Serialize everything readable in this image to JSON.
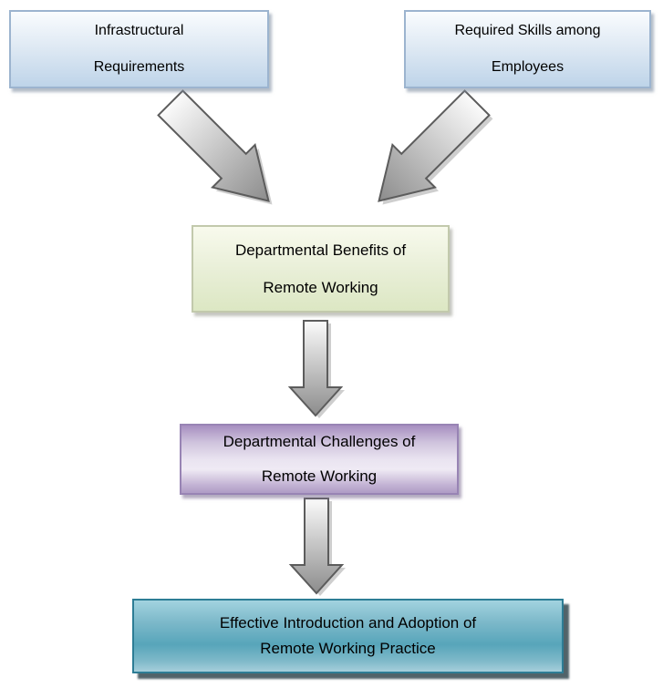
{
  "diagram": {
    "background": "#ffffff",
    "text_color": "#000000",
    "nodes": {
      "infrastructural": {
        "lines": [
          "Infrastructural",
          "Requirements"
        ],
        "border": "#9cb4cf",
        "gradient": [
          "to bottom",
          "#fafcfe",
          "#dde8f3 50%",
          "#bed4e9"
        ]
      },
      "skills": {
        "lines": [
          "Required Skills among",
          "Employees"
        ],
        "border": "#9cb4cf",
        "gradient": [
          "to bottom",
          "#fafcfe",
          "#dde8f3 50%",
          "#bed4e9"
        ]
      },
      "benefits": {
        "lines": [
          "Departmental Benefits of",
          "Remote Working"
        ],
        "border": "#c2c9ac",
        "gradient": [
          "to bottom",
          "#f8faed",
          "#e9efd8 50%",
          "#dce7c3"
        ]
      },
      "challenges": {
        "lines": [
          "Departmental Challenges of",
          "Remote Working"
        ],
        "border": "#9884b4",
        "gradient": [
          "to bottom",
          "#a78fc0",
          "#cfc3dd 25%",
          "#e9e3f0 50%",
          "#efeaf4 65%",
          "#c3b3d4 88%",
          "#af9cc5"
        ]
      },
      "adoption": {
        "lines": [
          "Effective Introduction and Adoption of",
          "Remote Working Practice"
        ],
        "border": "#2d7d95",
        "gradient": [
          "to bottom",
          "#a2d3df",
          "#7db9ca 30%",
          "#57a5ba 62%",
          "#7fb9c9 85%",
          "#a6cfdb"
        ]
      }
    },
    "arrows": [
      {
        "id": "arrow-infrastructural-to-benefits",
        "direction": "down-right"
      },
      {
        "id": "arrow-skills-to-benefits",
        "direction": "down-left"
      },
      {
        "id": "arrow-benefits-to-challenges",
        "direction": "down"
      },
      {
        "id": "arrow-challenges-to-adoption",
        "direction": "down"
      }
    ],
    "arrow_style": {
      "fill_tail": "#fbfbfb",
      "fill_head": "#8c8c8c",
      "stroke": "#5c5c5c",
      "shadow": "#c2c2c2"
    }
  }
}
